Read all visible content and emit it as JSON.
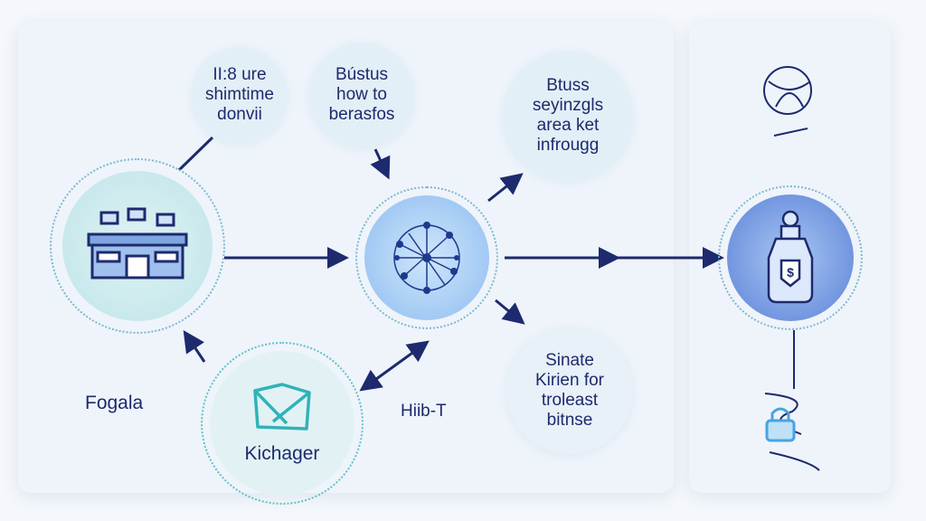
{
  "bubbles": {
    "b1": [
      "II:8 ure",
      "shimtime",
      "donvii"
    ],
    "b2": [
      "Bústus",
      "how to",
      "berasfos"
    ],
    "b3": [
      "Btuss",
      "seyinzgls",
      "area ket",
      "infrougg"
    ],
    "b4": [
      "Sinate",
      "Kirien for",
      "troleast",
      "bitnse"
    ]
  },
  "nodes": {
    "kichager": "Kichager"
  },
  "labels": {
    "fogala": "Fogala",
    "hiibt": "Hiib-T"
  },
  "colors": {
    "arrow": "#1d2a6e",
    "teal": "#2fb3b8",
    "blue": "#5b8de0"
  }
}
